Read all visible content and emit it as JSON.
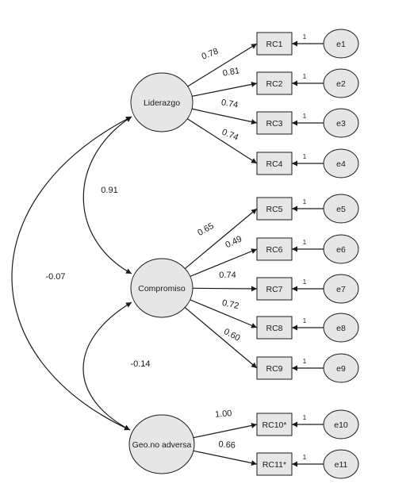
{
  "latents": [
    {
      "id": "liderazgo",
      "label": "Liderazgo"
    },
    {
      "id": "compromiso",
      "label": "Compromiso"
    },
    {
      "id": "geo",
      "label": "Geo.no adversa"
    }
  ],
  "indicators": [
    {
      "label": "RC1",
      "error": "e1",
      "factor": "liderazgo",
      "loading": "0.78",
      "fixed": "1"
    },
    {
      "label": "RC2",
      "error": "e2",
      "factor": "liderazgo",
      "loading": "0.81",
      "fixed": "1"
    },
    {
      "label": "RC3",
      "error": "e3",
      "factor": "liderazgo",
      "loading": "0.74",
      "fixed": "1"
    },
    {
      "label": "RC4",
      "error": "e4",
      "factor": "liderazgo",
      "loading": "0.74",
      "fixed": "1"
    },
    {
      "label": "RC5",
      "error": "e5",
      "factor": "compromiso",
      "loading": "0.65",
      "fixed": "1"
    },
    {
      "label": "RC6",
      "error": "e6",
      "factor": "compromiso",
      "loading": "0.49",
      "fixed": "1"
    },
    {
      "label": "RC7",
      "error": "e7",
      "factor": "compromiso",
      "loading": "0.74",
      "fixed": "1"
    },
    {
      "label": "RC8",
      "error": "e8",
      "factor": "compromiso",
      "loading": "0.72",
      "fixed": "1"
    },
    {
      "label": "RC9",
      "error": "e9",
      "factor": "compromiso",
      "loading": "0.60",
      "fixed": "1"
    },
    {
      "label": "RC10*",
      "error": "e10",
      "factor": "geo",
      "loading": "1.00",
      "fixed": "1"
    },
    {
      "label": "RC11*",
      "error": "e11",
      "factor": "geo",
      "loading": "0.66",
      "fixed": "1"
    }
  ],
  "covariances": [
    {
      "from": "liderazgo",
      "to": "compromiso",
      "value": "0.91"
    },
    {
      "from": "compromiso",
      "to": "geo",
      "value": "-0.14"
    },
    {
      "from": "liderazgo",
      "to": "geo",
      "value": "-0.07"
    }
  ]
}
